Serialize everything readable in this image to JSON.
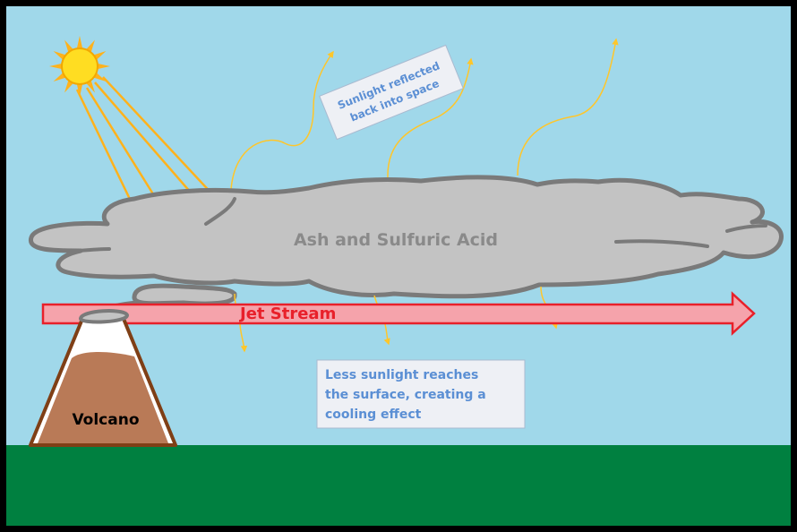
{
  "labels": {
    "cloud": "Ash and Sulfuric Acid",
    "jet_stream": "Jet Stream",
    "volcano": "Volcano",
    "reflected": [
      "Sunlight reflected",
      "back into space"
    ],
    "surface": [
      "Less sunlight reaches",
      "the surface, creating a",
      "cooling effect"
    ]
  },
  "colors": {
    "sky": "#a0d8ea",
    "ground": "#008040",
    "cloud_fill": "#c3c3c3",
    "cloud_outline": "#7a7a7a",
    "cloud_text": "#8a8a8a",
    "jet_fill": "#f5a3ab",
    "jet_outline": "#e8202a",
    "jet_text": "#e8202a",
    "volcano_outer": "#ffffff",
    "volcano_inner": "#b97a57",
    "volcano_outline": "#7f3f16",
    "sun": "#ffdd22",
    "sun_ray": "#ffb21c",
    "sunbeam": "#ffb21c",
    "reflect_ray": "#ffc62a",
    "label_text": "#5b8fd4",
    "box_fill": "#eef0f5",
    "box_stroke": "#a9bad0"
  }
}
